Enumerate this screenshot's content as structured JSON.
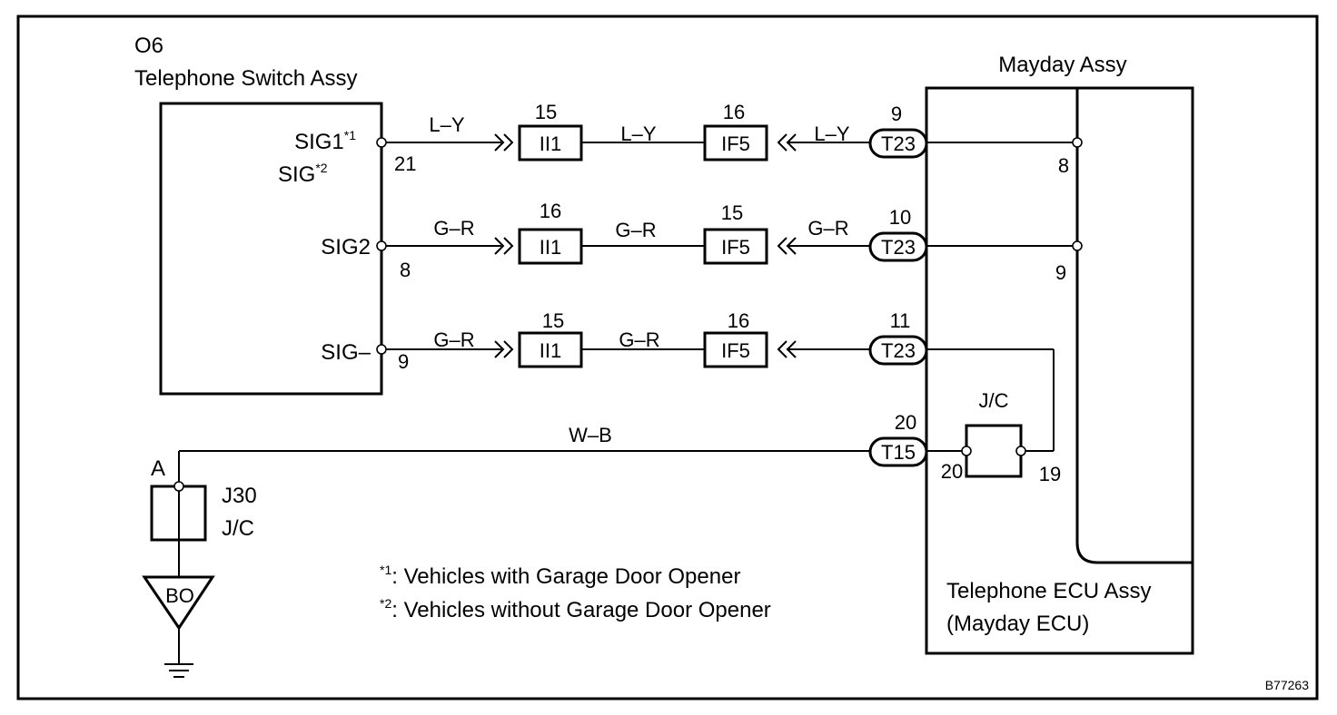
{
  "diagram_id": "B77263",
  "left_component": {
    "code": "O6",
    "name": "Telephone Switch Assy",
    "pins": [
      {
        "name": "SIG1",
        "mark": "*1",
        "number": "21"
      },
      {
        "name": "SIG",
        "mark": "*2"
      },
      {
        "name": "SIG2",
        "number": "8"
      },
      {
        "name": "SIG–",
        "number": "9"
      }
    ]
  },
  "right_component": {
    "outer_label": "Mayday Assy",
    "inner_label_line1": "Telephone ECU Assy",
    "inner_label_line2": "(Mayday ECU)",
    "internal_pins": [
      "8",
      "9"
    ],
    "jc": {
      "label": "J/C",
      "pin_left": "20",
      "pin_right": "19"
    }
  },
  "circuits": [
    {
      "wire_left": "L–Y",
      "wire_mid": "L–Y",
      "wire_right": "L–Y",
      "conn1": {
        "name": "II1",
        "pin": "15"
      },
      "conn2": {
        "name": "IF5",
        "pin": "16"
      },
      "conn3": {
        "name": "T23",
        "pin": "9"
      }
    },
    {
      "wire_left": "G–R",
      "wire_mid": "G–R",
      "wire_right": "G–R",
      "conn1": {
        "name": "II1",
        "pin": "16"
      },
      "conn2": {
        "name": "IF5",
        "pin": "15"
      },
      "conn3": {
        "name": "T23",
        "pin": "10"
      }
    },
    {
      "wire_left": "G–R",
      "wire_mid": "G–R",
      "wire_right": "",
      "conn1": {
        "name": "II1",
        "pin": "15"
      },
      "conn2": {
        "name": "IF5",
        "pin": "16"
      },
      "conn3": {
        "name": "T23",
        "pin": "11"
      }
    }
  ],
  "ground_circuit": {
    "wire": "W–B",
    "connector": {
      "name": "T15",
      "pin": "20"
    },
    "junction_point": "A",
    "jc_code": "J30",
    "jc_label": "J/C",
    "ground_label": "BO"
  },
  "notes": [
    {
      "mark": "*1",
      "text": ": Vehicles with Garage Door Opener"
    },
    {
      "mark": "*2",
      "text": ":  Vehicles without Garage Door Opener"
    }
  ]
}
